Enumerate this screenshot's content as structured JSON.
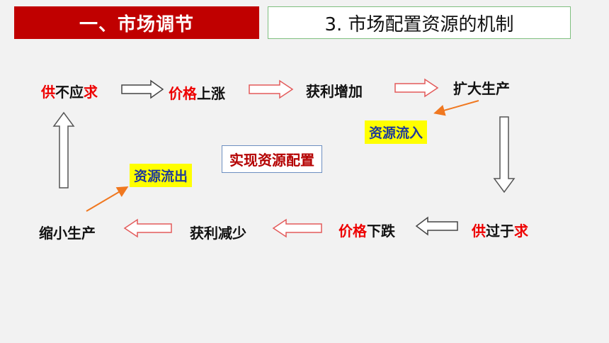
{
  "header": {
    "section_title": "一、市场调节",
    "subtitle": "3. 市场配置资源的机制"
  },
  "flow_top": {
    "shortage": {
      "part1": "供",
      "part2": "不应",
      "part3": "求"
    },
    "price_up": {
      "part1": "价格",
      "part2": "上涨"
    },
    "profit_up": "获利增加",
    "expand": "扩大生产"
  },
  "flow_bottom": {
    "surplus": {
      "part1": "供",
      "part2": "过于",
      "part3": "求"
    },
    "price_down": {
      "part1": "价格",
      "part2": "下跌"
    },
    "profit_down": "获利减少",
    "shrink": "缩小生产"
  },
  "labels": {
    "inflow": "资源流入",
    "outflow": "资源流出",
    "allocation": "实现资源配置"
  },
  "colors": {
    "header_red": "#c00000",
    "emphasis_red": "#ee0000",
    "tag_yellow": "#ffff00",
    "arrow_orange": "#f07820"
  }
}
